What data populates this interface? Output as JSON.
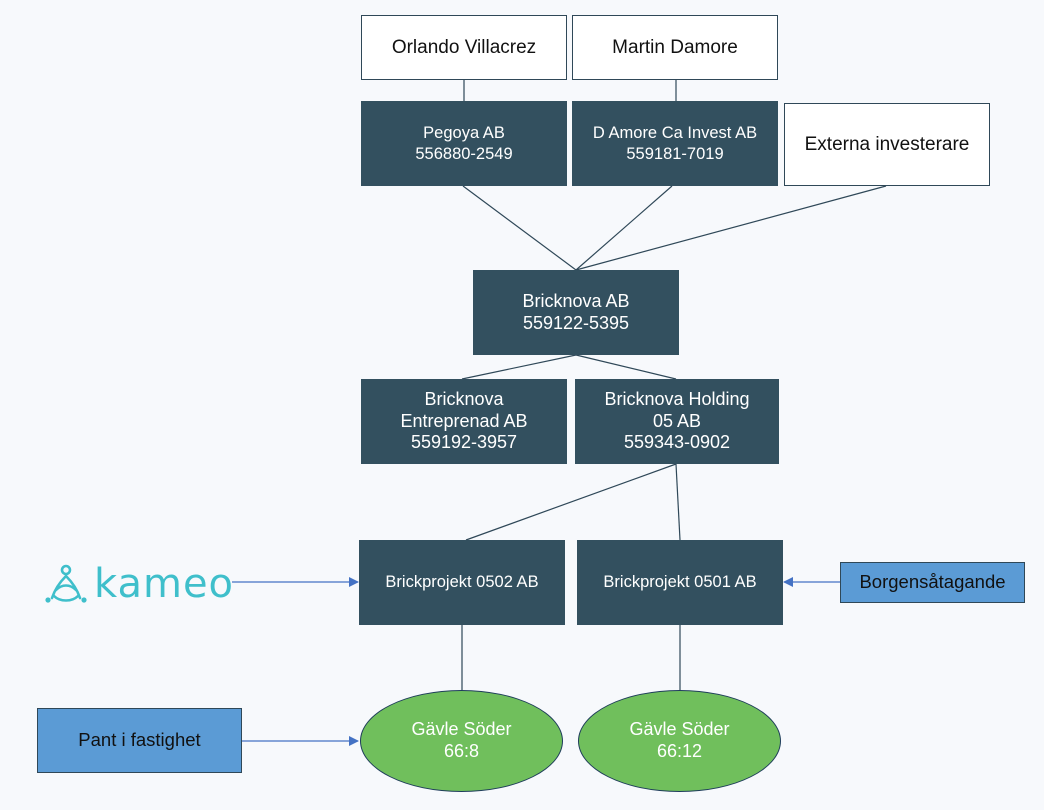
{
  "nodes": {
    "orlando": {
      "line1": "Orlando Villacrez"
    },
    "martin": {
      "line1": "Martin Damore"
    },
    "pegoya": {
      "line1": "Pegoya AB",
      "line2": "556880-2549"
    },
    "damore_invest": {
      "line1": "D Amore Ca Invest AB",
      "line2": "559181-7019"
    },
    "externa": {
      "line1": "Externa investerare"
    },
    "bricknova": {
      "line1": "Bricknova AB",
      "line2": "559122-5395"
    },
    "entreprenad": {
      "line1": "Bricknova",
      "line2": "Entreprenad AB",
      "line3": "559192-3957"
    },
    "holding": {
      "line1": "Bricknova Holding",
      "line2": "05 AB",
      "line3": "559343-0902"
    },
    "projekt_0502": {
      "line1": "Brickprojekt 0502 AB"
    },
    "projekt_0501": {
      "line1": "Brickprojekt 0501 AB"
    },
    "borgen": {
      "line1": "Borgensåtagande"
    },
    "pant": {
      "line1": "Pant i fastighet"
    },
    "gavle_8": {
      "line1": "Gävle Söder",
      "line2": "66:8"
    },
    "gavle_12": {
      "line1": "Gävle Söder",
      "line2": "66:12"
    }
  },
  "logo": {
    "text": "kameo",
    "color": "#3fbfcb"
  },
  "colors": {
    "dark_box": "#33505f",
    "blue_box": "#5b9bd5",
    "green_ellipse": "#70bf5c",
    "connector": "#2f4858",
    "arrow": "#4472c4"
  }
}
